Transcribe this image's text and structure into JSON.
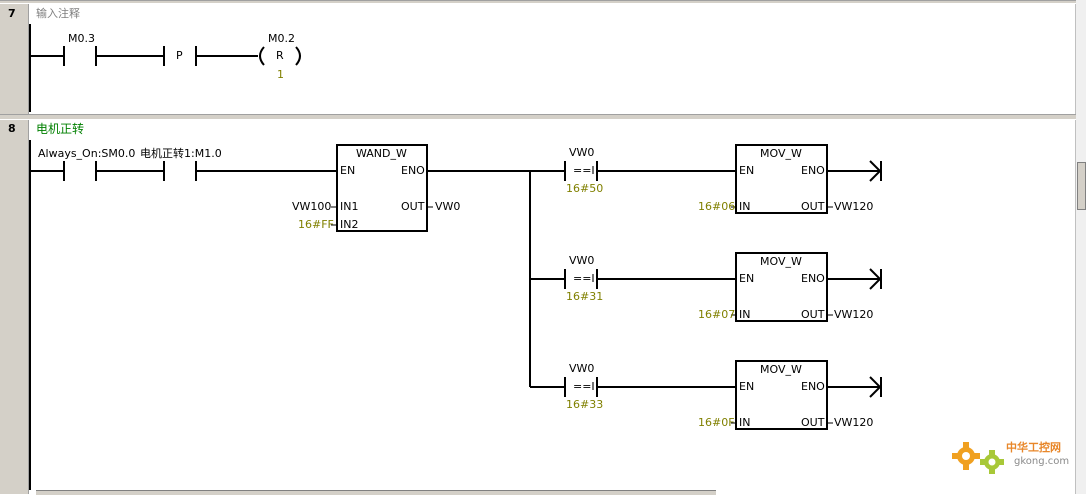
{
  "networks": [
    {
      "number": "7",
      "comment": "输入注释",
      "contact_1": "M0.3",
      "edge_detect": "P",
      "coil": {
        "address": "M0.2",
        "instruction": "R",
        "count": "1"
      }
    },
    {
      "number": "8",
      "comment": "电机正转",
      "contact_1": "Always_On:SM0.0",
      "contact_2": "电机正转1:M1.0",
      "wand": {
        "title": "WAND_W",
        "en": "EN",
        "eno": "ENO",
        "in1_label": "IN1",
        "in1_value": "VW100",
        "in2_label": "IN2",
        "in2_value": "16#FF",
        "out_label": "OUT",
        "out_value": "VW0"
      },
      "branches": [
        {
          "compare_operand": "VW0",
          "compare_op": "==I",
          "compare_value": "16#50",
          "mov": {
            "title": "MOV_W",
            "en": "EN",
            "eno": "ENO",
            "in_label": "IN",
            "in_value": "16#06",
            "out_label": "OUT",
            "out_value": "VW120"
          }
        },
        {
          "compare_operand": "VW0",
          "compare_op": "==I",
          "compare_value": "16#31",
          "mov": {
            "title": "MOV_W",
            "en": "EN",
            "eno": "ENO",
            "in_label": "IN",
            "in_value": "16#07",
            "out_label": "OUT",
            "out_value": "VW120"
          }
        },
        {
          "compare_operand": "VW0",
          "compare_op": "==I",
          "compare_value": "16#33",
          "mov": {
            "title": "MOV_W",
            "en": "EN",
            "eno": "ENO",
            "in_label": "IN",
            "in_value": "16#0F",
            "out_label": "OUT",
            "out_value": "VW120"
          }
        }
      ]
    }
  ],
  "watermark": {
    "title": "中华工控网",
    "url": "gkong.com"
  },
  "colors": {
    "operand_constant": "#808000",
    "comment_highlight": "#008000",
    "wire": "#000000"
  }
}
